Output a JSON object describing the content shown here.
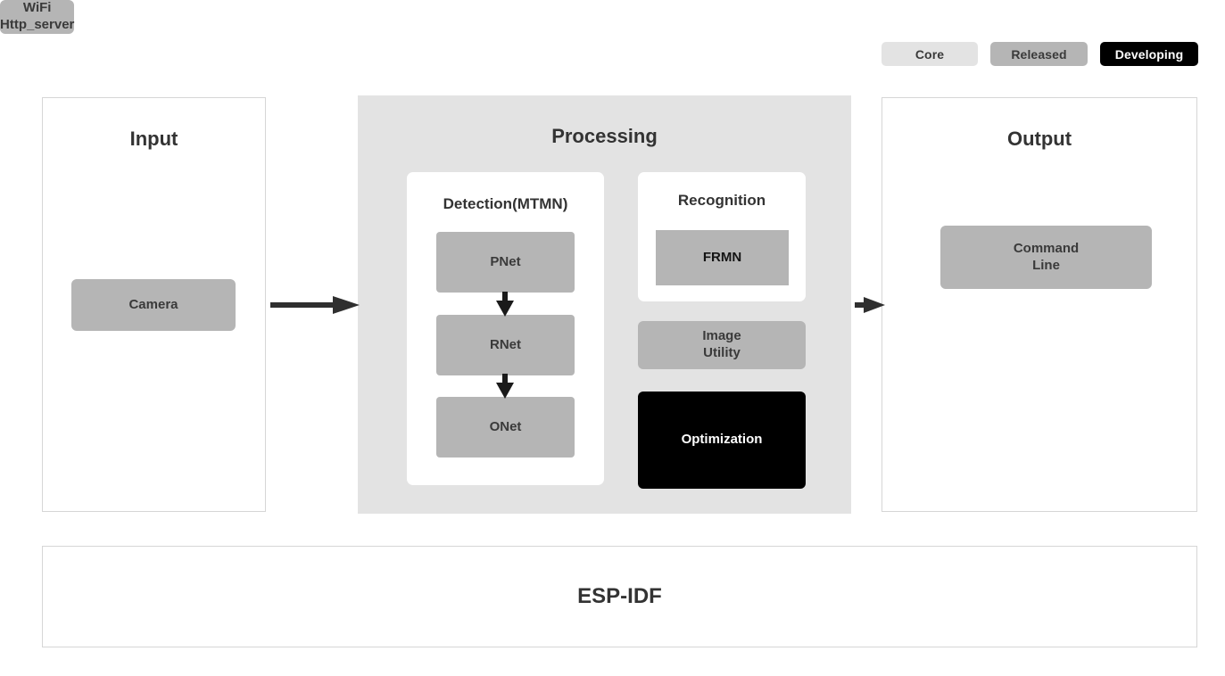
{
  "legend": {
    "items": [
      {
        "label": "Core",
        "color": "#e3e3e3",
        "text_color": "#3a3a3a"
      },
      {
        "label": "Released",
        "color": "#b5b5b5",
        "text_color": "#3a3a3a"
      },
      {
        "label": "Developing",
        "color": "#000000",
        "text_color": "#ffffff"
      }
    ]
  },
  "panels": {
    "input": {
      "title": "Input",
      "nodes": [
        {
          "label": "Camera",
          "style": "Released"
        }
      ]
    },
    "processing": {
      "title": "Processing",
      "detection": {
        "title": "Detection(MTMN)",
        "nodes": [
          {
            "label": "PNet",
            "style": "Released"
          },
          {
            "label": "RNet",
            "style": "Released"
          },
          {
            "label": "ONet",
            "style": "Released"
          }
        ]
      },
      "recognition": {
        "title": "Recognition",
        "nodes": [
          {
            "label": "FRMN",
            "style": "Released"
          }
        ]
      },
      "extras": [
        {
          "label": "Image\nUtility",
          "style": "Released"
        },
        {
          "label": "Optimization",
          "style": "Developing"
        }
      ]
    },
    "output": {
      "title": "Output",
      "nodes": [
        {
          "label": "Command\nLine",
          "style": "Released"
        },
        {
          "label": "WiFi\nHttp_server",
          "style": "Released"
        }
      ]
    }
  },
  "footer": {
    "label": "ESP-IDF"
  },
  "arrows": [
    {
      "name": "input-to-processing",
      "direction": "right"
    },
    {
      "name": "processing-to-output",
      "direction": "right"
    },
    {
      "name": "pnet-to-rnet",
      "direction": "down"
    },
    {
      "name": "rnet-to-onet",
      "direction": "down"
    }
  ],
  "colors": {
    "core": "#e3e3e3",
    "released": "#b5b5b5",
    "developing": "#000000",
    "panel_border": "#d6d6d6",
    "text_dark": "#3a3a3a",
    "arrow": "#2f2f2f"
  }
}
